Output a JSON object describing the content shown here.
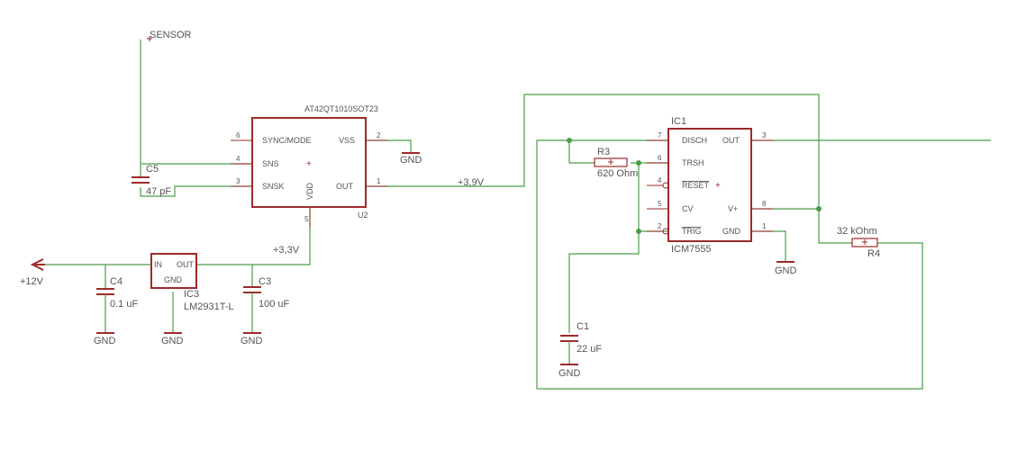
{
  "labels": {
    "sensor": "SENSOR",
    "c5": "C5",
    "c5_value": "47 pF",
    "u2_name": "AT42QT1010SOT23",
    "u2_ref": "U2",
    "u2_pins": {
      "sync": "SYNC/MODE",
      "sns": "SNS",
      "snsk": "SNSK",
      "vss": "VSS",
      "out": "OUT",
      "vdd": "VDD"
    },
    "u2_pin_numbers": {
      "p6": "6",
      "p4": "4",
      "p3": "3",
      "p2": "2",
      "p1": "1",
      "p5": "5"
    },
    "gnd": "GND",
    "plus12": "+12V",
    "plus33": "+3,3V",
    "plus39": "+3,9V",
    "c4": "C4",
    "c4_value": "0.1 uF",
    "ic3_ref": "IC3",
    "ic3_name": "LM2931T-L",
    "ic3_pins": {
      "in": "IN",
      "out": "OUT",
      "gnd": "GND"
    },
    "c3": "C3",
    "c3_value": "100 uF",
    "ic1_ref": "IC1",
    "ic1_name": "ICM7555",
    "ic1_pins": {
      "disch": "DISCH",
      "trsh": "TRSH",
      "reset": "RESET",
      "cv": "CV",
      "trig": "TRIG",
      "out": "OUT",
      "vplus": "V+",
      "gnd": "GND"
    },
    "ic1_pin_numbers": {
      "p7": "7",
      "p6": "6",
      "p4": "4",
      "p5": "5",
      "p2": "2",
      "p3": "3",
      "p8": "8",
      "p1": "1"
    },
    "r3": "R3",
    "r3_value": "620 Ohm",
    "r4": "R4",
    "r4_value": "32 kOhm",
    "c1": "C1",
    "c1_value": "22 uF",
    "plus_mark": "+"
  },
  "colors": {
    "wire": "#4a9e4a",
    "part": "#9e2a2a",
    "text": "#555555"
  }
}
